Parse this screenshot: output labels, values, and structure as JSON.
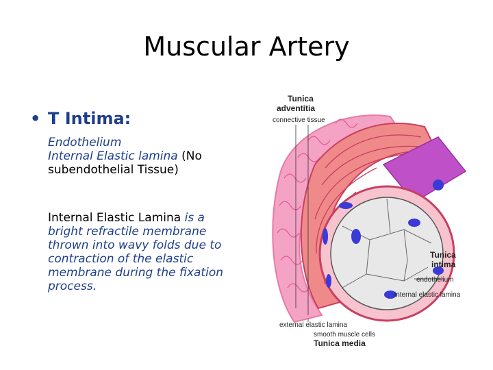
{
  "slide": {
    "title": "Muscular Artery",
    "bullet": {
      "marker": "•",
      "heading": "T Intima:"
    },
    "block1": {
      "line1": "Endothelium",
      "line2_italic": "Internal Elastic lamina",
      "line2_plain": " (No",
      "line3": "subendothelial Tissue)"
    },
    "block2": {
      "line1_plain": "Internal Elastic Lamina ",
      "line1_italic": "is a",
      "line2": "bright refractile membrane",
      "line3": "thrown into wavy folds due to",
      "line4": "contraction of the elastic",
      "line5": "membrane during the fixation",
      "line6": "process."
    }
  },
  "diagram": {
    "labels": {
      "tunica_adventitia_1": "Tunica",
      "tunica_adventitia_2": "adventitia",
      "connective_tissue": "connective tissue",
      "tunica_intima_1": "Tunica",
      "tunica_intima_2": "intima",
      "endothelium": "endothelium",
      "internal_elastic_lamina": "internal elastic lamina",
      "external_elastic_lamina": "external elastic lamina",
      "smooth_muscle_cells": "smooth muscle cells",
      "tunica_media": "Tunica media"
    },
    "colors": {
      "adventitia": "#e77aa6",
      "media": "#f08a8a",
      "elastic": "#c84060",
      "intima": "#d9d9d9",
      "nucleus": "#3a3ad6",
      "band": "#c050c8"
    }
  }
}
